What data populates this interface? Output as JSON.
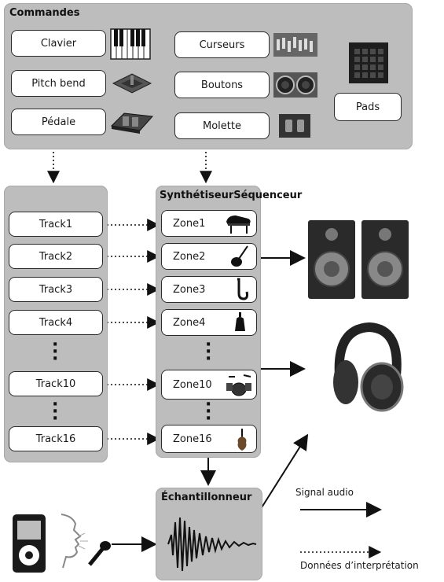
{
  "controls": {
    "title": "Commandes",
    "keyboard": "Clavier",
    "pitch_bend": "Pitch bend",
    "pedal": "Pédale",
    "sliders": "Curseurs",
    "knobs": "Boutons",
    "wheel": "Molette",
    "pads": "Pads"
  },
  "tracks": [
    "Track1",
    "Track2",
    "Track3",
    "Track4",
    "Track10",
    "Track16"
  ],
  "synth": {
    "title": "SynthétiseurSéquenceur",
    "zones": [
      "Zone1",
      "Zone2",
      "Zone3",
      "Zone4",
      "Zone10",
      "Zone16"
    ]
  },
  "sampler": {
    "title": "Échantillonneur"
  },
  "legend": {
    "audio": "Signal audio",
    "performance": "Données d’interprétation"
  }
}
